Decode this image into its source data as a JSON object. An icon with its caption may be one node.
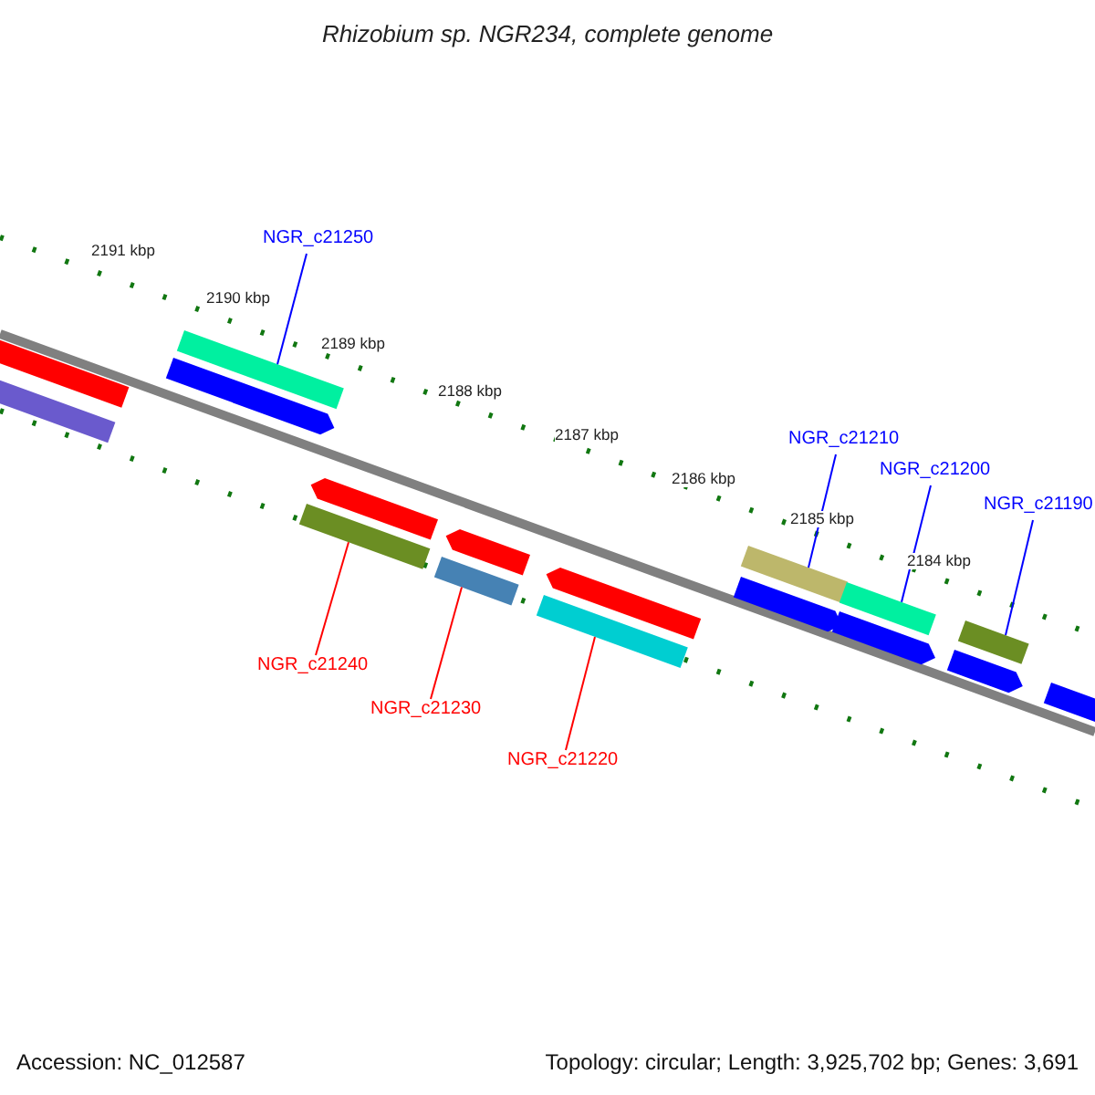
{
  "diagram": {
    "title": "Rhizobium sp. NGR234, complete genome",
    "nodes": [
      {
        "text": [
          "NGR_c21250"
        ]
      },
      {
        "text": [
          "NGR_c21210"
        ]
      },
      {
        "text": [
          "NGR_c21200"
        ]
      },
      {
        "text": [
          "NGR_c21190"
        ]
      },
      {
        "text": [
          "NGR_c21240"
        ]
      },
      {
        "text": [
          "NGR_c21230"
        ]
      },
      {
        "text": [
          "NGR_c21220"
        ]
      },
      {
        "text": [],
        "shape": "bar"
      },
      {
        "text": [],
        "shape": "bar"
      },
      {
        "text": [],
        "shape": "bar"
      },
      {
        "text": [],
        "shape": "bar"
      },
      {
        "text": [],
        "shape": "bar"
      },
      {
        "text": [],
        "shape": "bar"
      },
      {
        "text": [],
        "shape": "bar"
      },
      {
        "text": [],
        "shape": "bar"
      },
      {
        "text": [],
        "shape": "bar"
      },
      {
        "text": [],
        "shape": "bar"
      },
      {
        "text": [],
        "shape": "bar"
      },
      {
        "text": [],
        "shape": "bar"
      },
      {
        "text": [],
        "shape": "bar"
      },
      {
        "text": [],
        "shape": "bar"
      },
      {
        "text": [],
        "shape": "bar"
      },
      {
        "text": [],
        "shape": "bar"
      },
      {
        "text": [],
        "shape": "bar"
      }
    ],
    "edges": [
      {
        "from": 0,
        "to": 10,
        "arrow": "none",
        "color": "#0000ff"
      },
      {
        "from": 1,
        "to": 18,
        "arrow": "none",
        "color": "#0000ff"
      },
      {
        "from": 2,
        "to": 20,
        "arrow": "none",
        "color": "#0000ff"
      },
      {
        "from": 3,
        "to": 22,
        "arrow": "none",
        "color": "#0000ff"
      },
      {
        "from": 4,
        "to": 11,
        "arrow": "none",
        "color": "#ff0000"
      },
      {
        "from": 5,
        "to": 13,
        "arrow": "none",
        "color": "#ff0000"
      },
      {
        "from": 6,
        "to": 15,
        "arrow": "none",
        "color": "#ff0000"
      }
    ],
    "labels": [
      "2191 kbp",
      "2190 kbp",
      "2189 kbp",
      "2188 kbp",
      "2187 kbp",
      "2186 kbp",
      "2185 kbp",
      "2184 kbp",
      "Accession: NC_012587",
      "Topology: circular; Length: 3,925,702 bp; Genes: 3,691"
    ]
  }
}
